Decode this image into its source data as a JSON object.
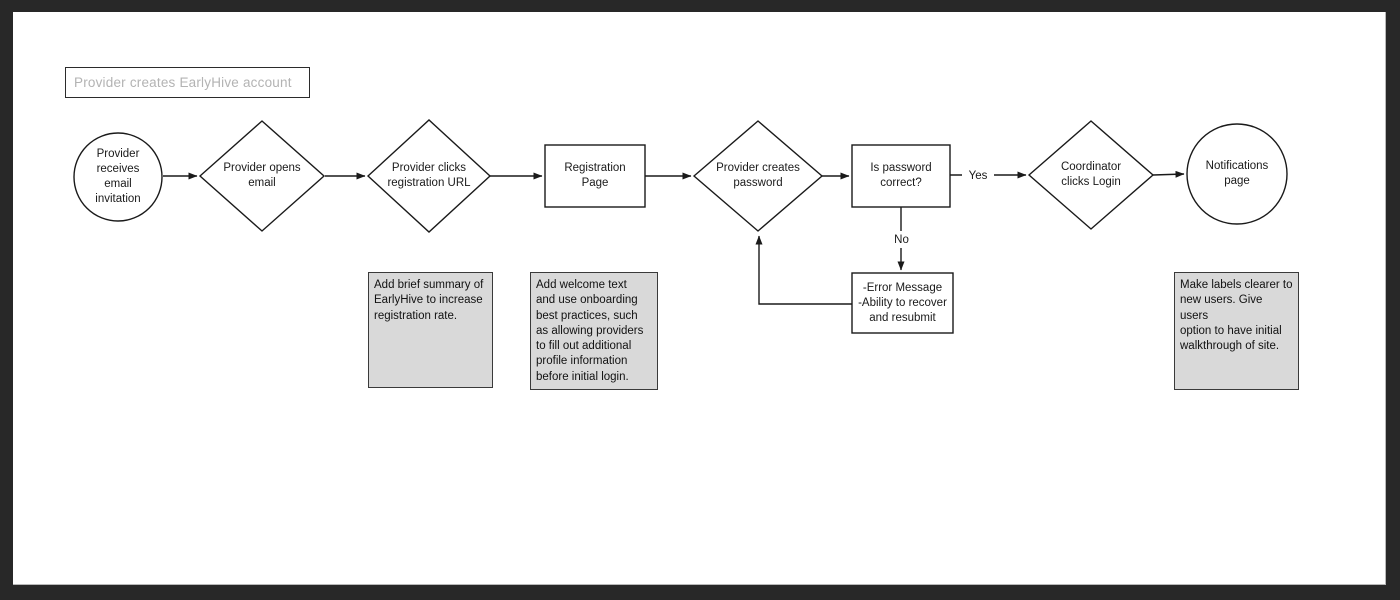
{
  "title": {
    "label": "Provider creates EarlyHive account"
  },
  "flow": {
    "nodes": [
      {
        "id": "start",
        "type": "circle",
        "label": "Provider\nreceives\nemail\ninvitation"
      },
      {
        "id": "open-email",
        "type": "diamond",
        "label": "Provider opens\nemail"
      },
      {
        "id": "click-registration-url",
        "type": "diamond",
        "label": "Provider clicks\nregistration URL"
      },
      {
        "id": "registration-page",
        "type": "rect",
        "label": "Registration\nPage"
      },
      {
        "id": "create-password",
        "type": "diamond",
        "label": "Provider creates\npassword"
      },
      {
        "id": "password-correct",
        "type": "rect",
        "label": "Is password\ncorrect?"
      },
      {
        "id": "error-message",
        "type": "rect",
        "label": "-Error Message\n-Ability to recover\nand resubmit"
      },
      {
        "id": "coordinator-login",
        "type": "diamond",
        "label": "Coordinator\nclicks Login"
      },
      {
        "id": "notifications-page",
        "type": "circle",
        "label": "Notifications\npage"
      }
    ],
    "edge_labels": {
      "yes": "Yes",
      "no": "No"
    }
  },
  "notes": [
    {
      "text": "Add brief summary of\nEarlyHive to increase\nregistration rate."
    },
    {
      "text": "Add welcome text\nand use onboarding\nbest practices, such\nas allowing providers\nto fill out additional\nprofile information\nbefore initial login."
    },
    {
      "text": "Make labels clearer to\nnew users. Give users\noption to have initial\nwalkthrough of site."
    }
  ],
  "colors": {
    "frame": "#282828",
    "stroke": "#1a1a1a",
    "note_fill": "#d9d9d9",
    "title_text": "#b3b3b3",
    "canvas": "#ffffff"
  }
}
